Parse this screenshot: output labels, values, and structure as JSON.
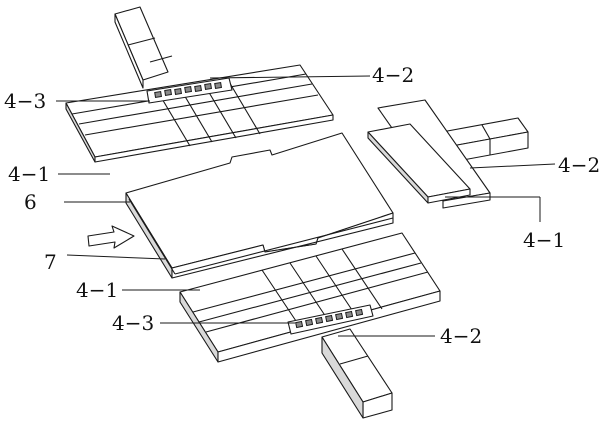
{
  "labels": {
    "top_4_2": "4−2",
    "top_4_3": "4−3",
    "top_4_1": "4−1",
    "right_4_2": "4−2",
    "right_4_1": "4−1",
    "mid_6": "6",
    "mid_7": "7",
    "bottom_4_1": "4−1",
    "bottom_4_3": "4−3",
    "bottom_4_2": "4−2"
  },
  "colors": {
    "line": "#1a1a1a",
    "shade": "#d9d9d9",
    "dark": "#8a8a8a"
  },
  "icons": {
    "arrow": "direction-arrow-icon"
  }
}
